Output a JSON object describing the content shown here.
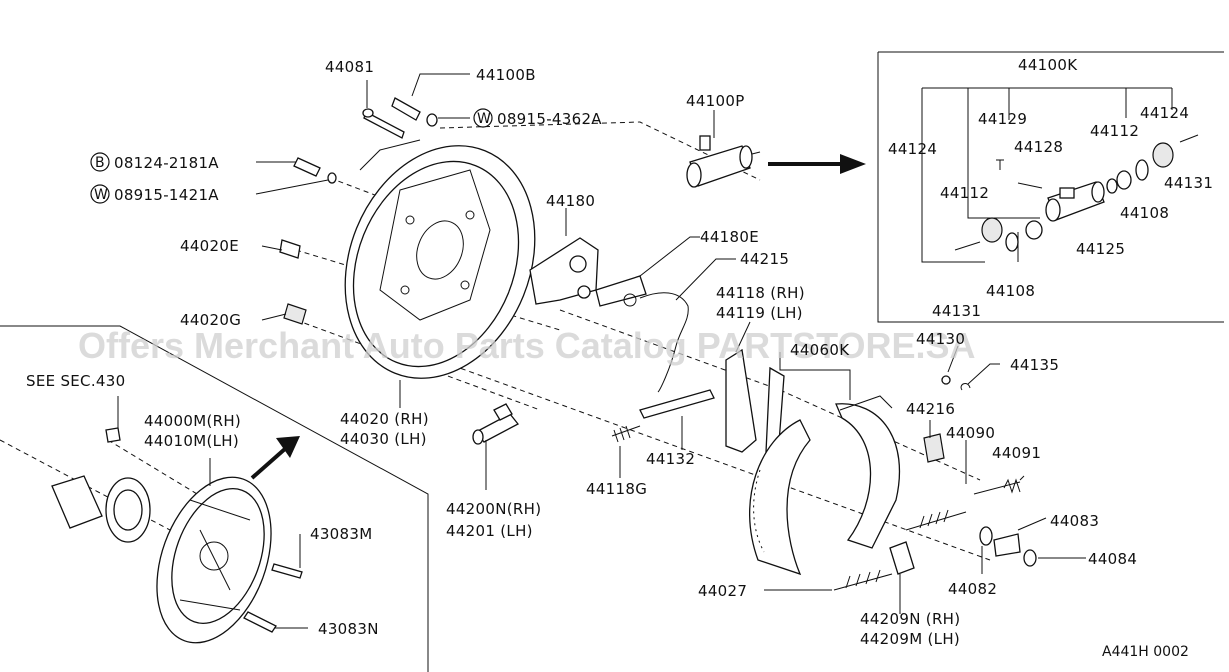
{
  "watermark": "Offers Merchant Auto Parts Catalog PARTSTORE.SA",
  "figure_code": "A441H 0002",
  "see_section": "SEE SEC.430",
  "labels": {
    "p44081": "44081",
    "p44100B": "44100B",
    "p08915_4362A": "08915-4362A",
    "p44100P": "44100P",
    "p08124_2181A": "08124-2181A",
    "p08915_1421A": "08915-1421A",
    "p44020E": "44020E",
    "p44020G": "44020G",
    "p44180": "44180",
    "p44180E": "44180E",
    "p44215": "44215",
    "p44118_rh": "44118 (RH)",
    "p44119_lh": "44119 (LH)",
    "p44060K": "44060K",
    "p44020_rh": "44020 (RH)",
    "p44030_lh": "44030 (LH)",
    "p44000M_rh": "44000M(RH)",
    "p44010M_lh": "44010M(LH)",
    "p43083M": "43083M",
    "p43083N": "43083N",
    "p44200N_rh": "44200N(RH)",
    "p44201_lh": "44201  (LH)",
    "p44132": "44132",
    "p44118G": "44118G",
    "p44130": "44130",
    "p44135": "44135",
    "p44216": "44216",
    "p44090": "44090",
    "p44091": "44091",
    "p44083": "44083",
    "p44084": "44084",
    "p44082": "44082",
    "p44027": "44027",
    "p44209N_rh": "44209N (RH)",
    "p44209M_lh": "44209M (LH)",
    "k44100K": "44100K",
    "k44124a": "44124",
    "k44124b": "44124",
    "k44129": "44129",
    "k44112a": "44112",
    "k44112b": "44112",
    "k44128": "44128",
    "k44131a": "44131",
    "k44131b": "44131",
    "k44108a": "44108",
    "k44108b": "44108",
    "k44125": "44125"
  },
  "prefixes": {
    "bolt": "B",
    "washer": "W"
  }
}
